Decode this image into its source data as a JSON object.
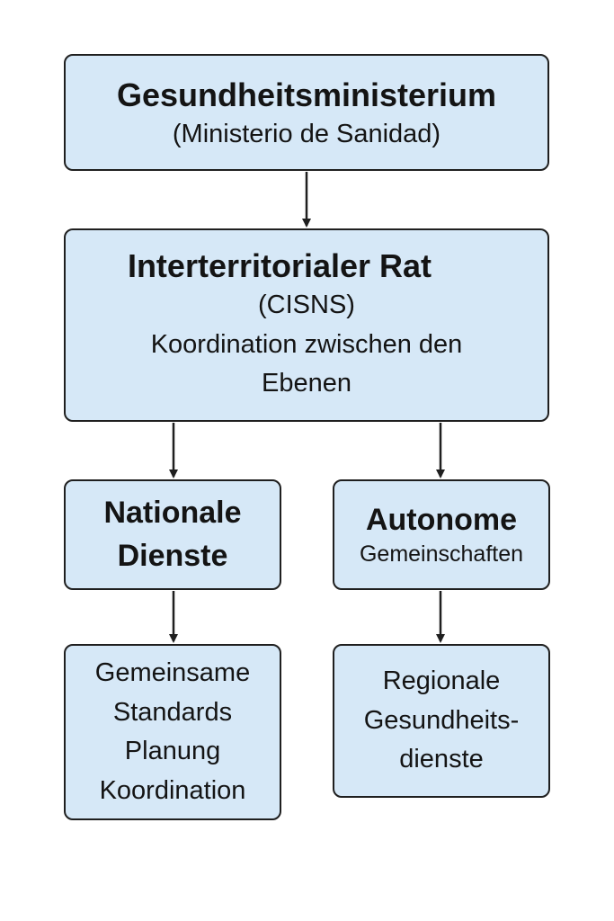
{
  "ministry": {
    "title": "Gesundheitsministerium",
    "subtitle": "(Ministerio de Sanidad)"
  },
  "council": {
    "title": "Interterritorialer Rat",
    "abbreviation": "(CISNS)",
    "description_lines": [
      "Koordination zwischen den",
      "Ebenen"
    ]
  },
  "national_services": {
    "title_lines": [
      "Nationale",
      "Dienste"
    ]
  },
  "autonomous_communities": {
    "title": "Autonome",
    "subtitle": "Gemeinschaften"
  },
  "common_standards": {
    "lines": [
      "Gemeinsame",
      "Standards",
      "Planung",
      "Koordination"
    ]
  },
  "regional_services": {
    "lines": [
      "Regionale",
      "Gesundheits-",
      "dienste"
    ]
  },
  "colors": {
    "box_fill": "#d6e8f7",
    "border": "#1f1f1f"
  }
}
